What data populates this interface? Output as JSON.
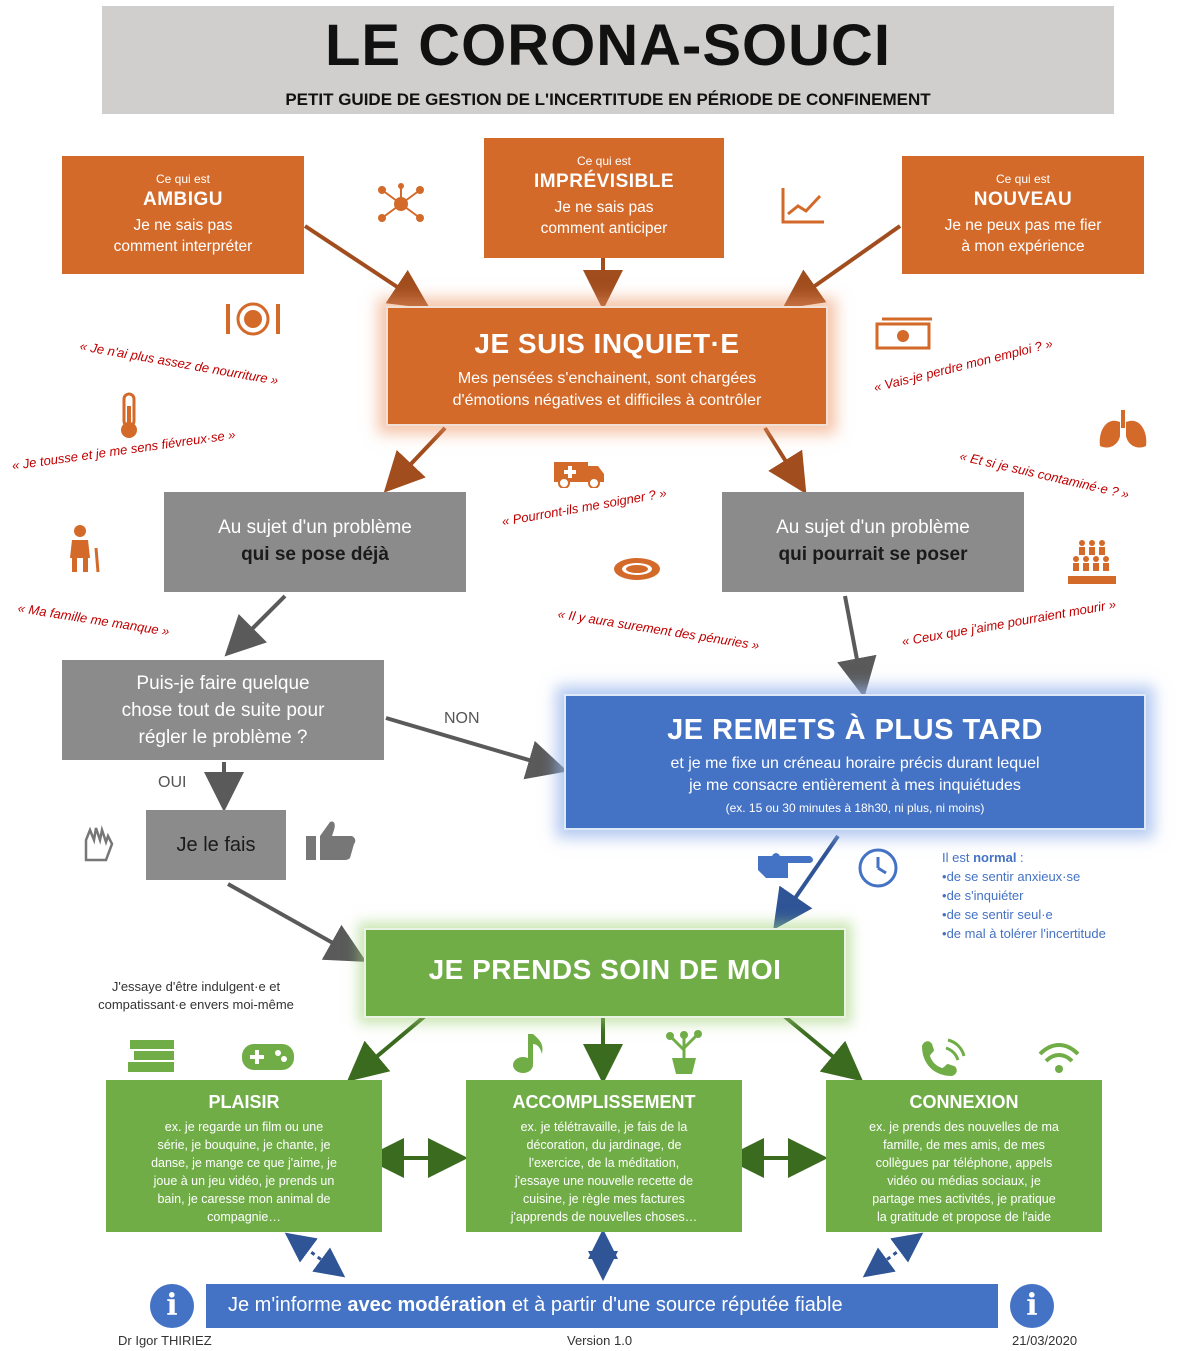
{
  "header": {
    "title": "LE CORONA-SOUCI",
    "subtitle": "PETIT GUIDE DE GESTION DE L'INCERTITUDE EN PÉRIODE DE CONFINEMENT"
  },
  "sources": [
    {
      "prefix": "Ce qui est",
      "name": "AMBIGU",
      "line1": "Je ne sais pas",
      "line2": "comment interpréter"
    },
    {
      "prefix": "Ce qui est",
      "name": "IMPRÉVISIBLE",
      "line1": "Je ne sais pas",
      "line2": "comment anticiper"
    },
    {
      "prefix": "Ce qui est",
      "name": "NOUVEAU",
      "line1": "Je ne peux pas me fier",
      "line2": "à mon expérience"
    }
  ],
  "worry": {
    "title": "JE SUIS INQUIET·E",
    "line1": "Mes pensées s'enchainent, sont chargées",
    "line2": "d'émotions négatives et difficiles à contrôler"
  },
  "problems": {
    "existing": {
      "line1": "Au sujet d'un problème",
      "line2": "qui se pose déjà"
    },
    "potential": {
      "line1": "Au sujet d'un problème",
      "line2": "qui pourrait se poser"
    }
  },
  "question": {
    "line1": "Puis-je faire quelque",
    "line2": "chose tout de suite pour",
    "line3": "régler le problème ?"
  },
  "labels": {
    "non": "NON",
    "oui": "OUI"
  },
  "do_it": "Je le fais",
  "postpone": {
    "title": "JE REMETS À PLUS TARD",
    "line1": "et je me fixe un créneau horaire précis durant lequel",
    "line2": "je me consacre entièrement à mes inquiétudes",
    "example": "(ex. 15 ou 30 minutes à 18h30, ni plus, ni moins)"
  },
  "normal": {
    "intro": "Il est",
    "bold": "normal",
    "colon": " :",
    "items": [
      "de se sentir anxieux·se",
      "de s'inquiéter",
      "de se sentir seul·e",
      "de mal à tolérer l'incertitude"
    ]
  },
  "care": {
    "title": "JE PRENDS SOIN DE MOI",
    "note1": "J'essaye d'être indulgent·e et",
    "note2": "compatissant·e envers moi-même"
  },
  "activities": [
    {
      "name": "PLAISIR",
      "lines": [
        "ex. je regarde un film ou une",
        "série, je bouquine, je chante, je",
        "danse, je mange ce que j'aime, je",
        "joue à un jeu vidéo, je prends un",
        "bain, je caresse mon animal de",
        "compagnie…"
      ]
    },
    {
      "name": "ACCOMPLISSEMENT",
      "lines": [
        "ex. je télétravaille, je fais de la",
        "décoration, du jardinage, de",
        "l'exercice, de la méditation,",
        "j'essaye une nouvelle recette de",
        "cuisine, je règle mes factures",
        "j'apprends de nouvelles choses…"
      ]
    },
    {
      "name": "CONNEXION",
      "lines": [
        "ex. je prends des nouvelles de ma",
        "famille, de mes amis, de mes",
        "collègues par téléphone, appels",
        "vidéo ou médias sociaux, je",
        "partage mes activités, je pratique",
        "la gratitude et propose de l'aide"
      ]
    }
  ],
  "info": {
    "before": "Je m'informe ",
    "bold": "avec modération",
    "after": " et à partir d'une source réputée fiable"
  },
  "quotes": [
    "« Je n'ai plus assez de nourriture »",
    "« Je tousse et je me sens fiévreux·se »",
    "« Ma famille me manque »",
    "« Pourront-ils me soigner ? »",
    "« Il y aura surement des pénuries »",
    "« Vais-je perdre mon emploi ? »",
    "« Et si je suis contaminé·e ? »",
    "« Ceux que j'aime pourraient mourir »"
  ],
  "footer": {
    "author": "Dr Igor THIRIEZ",
    "version": "Version 1.0",
    "date": "21/03/2020"
  },
  "icons": [
    "network-icon",
    "rising-chart-icon",
    "plate-cutlery-icon",
    "money-icon",
    "thermometer-icon",
    "lungs-icon",
    "ambulance-icon",
    "elderly-person-icon",
    "empty-plate-icon",
    "crowd-icon",
    "waving-hands-icon",
    "thumbs-up-icon",
    "pointing-hand-icon",
    "clock-icon",
    "books-icon",
    "gamepad-icon",
    "music-note-icon",
    "plant-icon",
    "phone-icon",
    "wifi-icon",
    "info-icon"
  ],
  "colors": {
    "orange": "#d36a2a",
    "grey": "#8c8b8b",
    "blue": "#4472c4",
    "green": "#70ad47",
    "quote_red": "#c00000",
    "header_grey": "#d0cfce"
  }
}
